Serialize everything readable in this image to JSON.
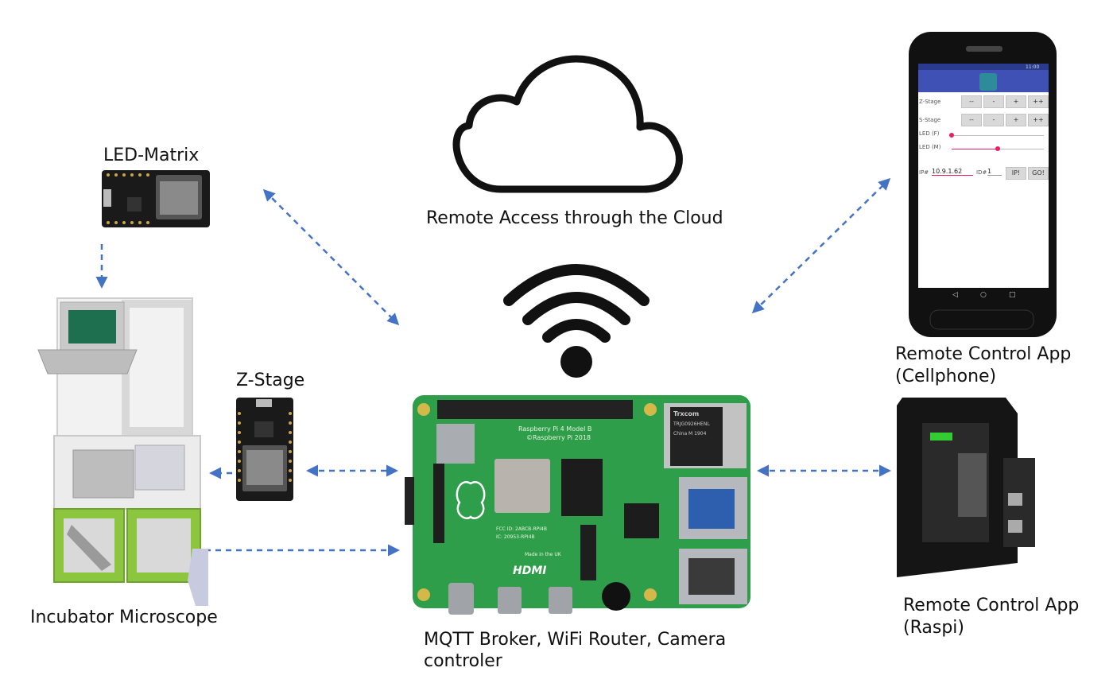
{
  "labels": {
    "cloud": "Remote Access through the Cloud",
    "led_matrix": "LED-Matrix",
    "z_stage": "Z-Stage",
    "incubator": "Incubator Microscope",
    "broker_line1": "MQTT Broker, WiFi Router, Camera",
    "broker_line2": "controler",
    "cellphone_line1": "Remote Control App",
    "cellphone_line2": "(Cellphone)",
    "raspi_line1": "Remote Control App",
    "raspi_line2": "(Raspi)"
  },
  "phone_app": {
    "status": "11:00",
    "rows": [
      {
        "label": "Z-Stage",
        "buttons": [
          "--",
          "-",
          "+",
          "++"
        ]
      },
      {
        "label": "S-Stage",
        "buttons": [
          "--",
          "-",
          "+",
          "++"
        ]
      }
    ],
    "led_f": "LED (F)",
    "led_m": "LED (M)",
    "ip_label": "IP#",
    "ip_value": "10.9.1.62",
    "id_label": "ID#",
    "id_value": "1",
    "ip_button": "IP!",
    "go_button": "GO!"
  },
  "board": {
    "silk_model": "Raspberry Pi 4 Model B",
    "silk_copyright": "©Raspberry Pi 2018",
    "hdmi": "HDMI",
    "fcc": "FCC ID: 2ABCB-RPI4B",
    "ic": "IC: 20953-RPI4B",
    "made": "Made in the UK",
    "ethernet_brand": "Trxcom",
    "ethernet_code": "TRJG0926HENL",
    "ethernet_china": "China M 1904"
  },
  "colors": {
    "arrow": "#4472c4",
    "board_green": "#2e9e4a",
    "microscope_green": "#8cc63f",
    "phone_blue": "#3f51b5"
  }
}
